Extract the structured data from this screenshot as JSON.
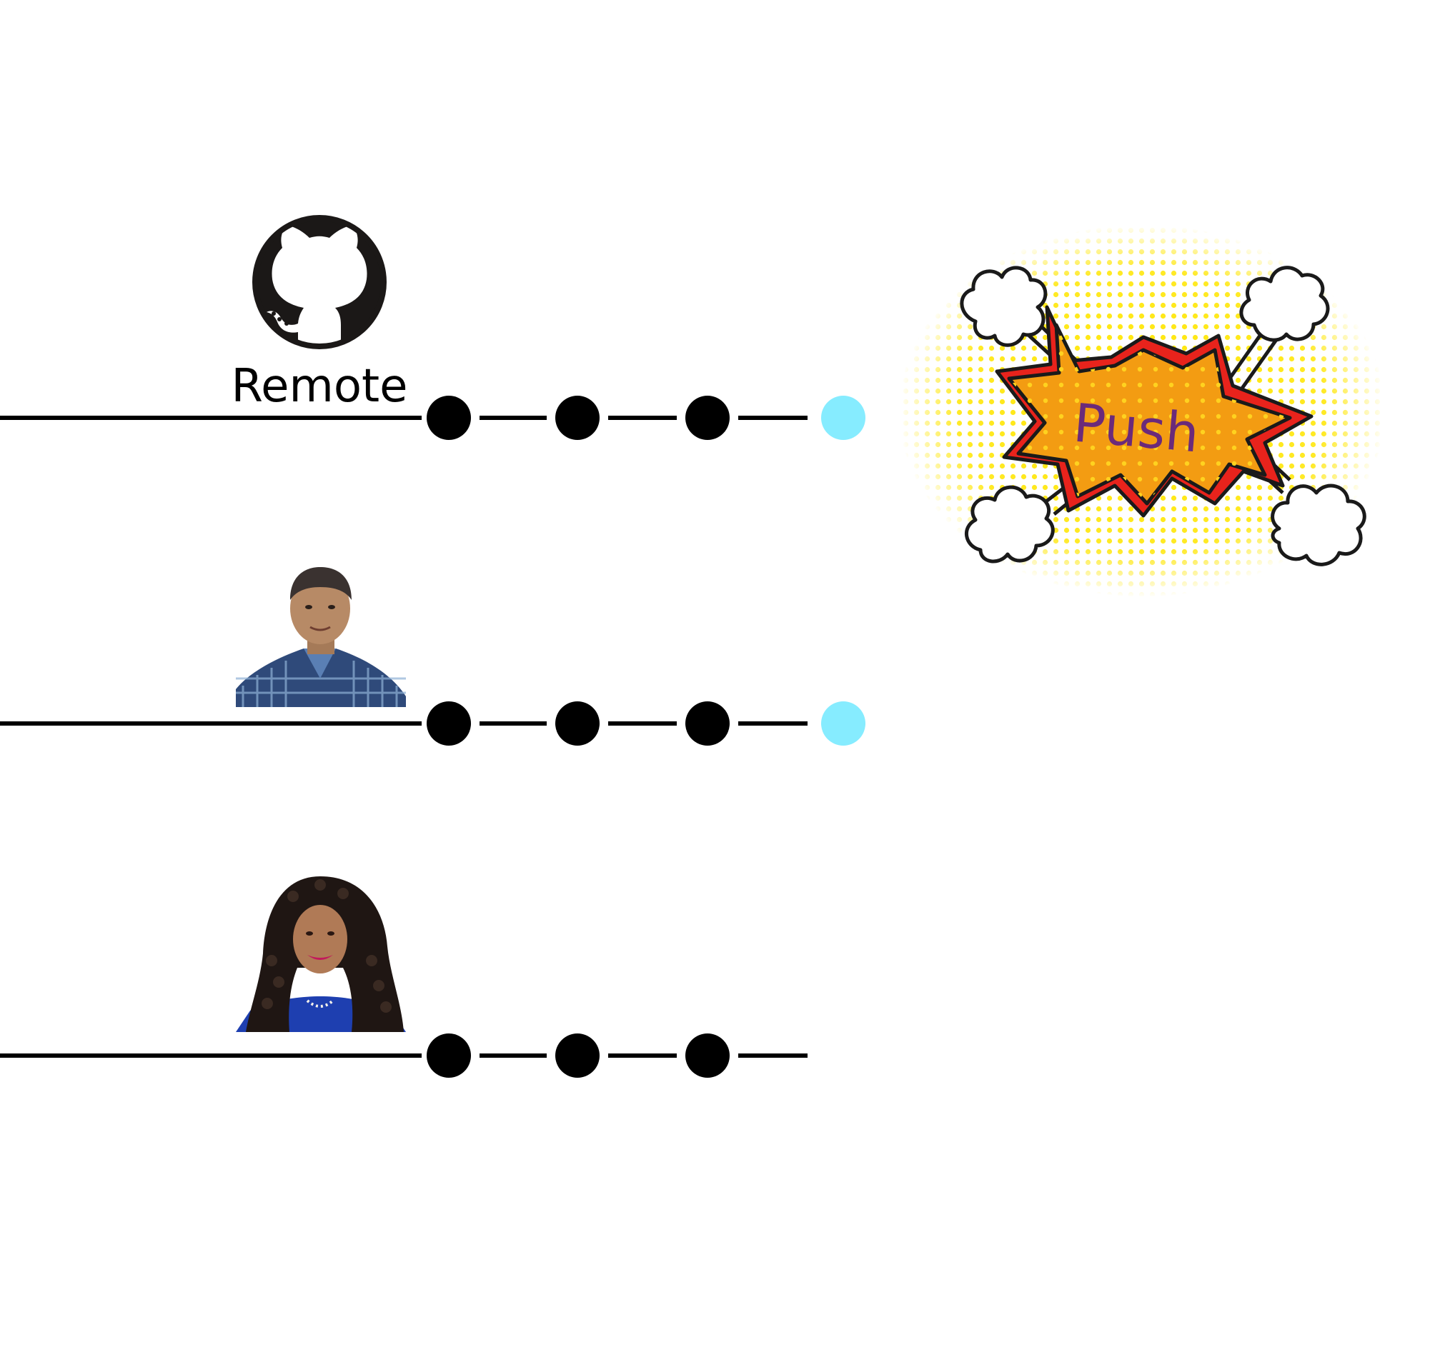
{
  "remote": {
    "label": "Remote",
    "icon": "github-octocat-icon"
  },
  "burst": {
    "label": "Push",
    "label_color": "#6b2a7a",
    "fill_color": "#f39c12",
    "outline_color": "#e8231c",
    "halftone_color": "#ffe600"
  },
  "colors": {
    "line": "#000000",
    "commit": "#000000",
    "new_commit": "#86ecff"
  },
  "rows": [
    {
      "id": "remote",
      "commits": 3,
      "new_commit": true,
      "avatar": "github-icon"
    },
    {
      "id": "user-1",
      "commits": 3,
      "new_commit": true,
      "avatar": "man-photo"
    },
    {
      "id": "user-2",
      "commits": 3,
      "new_commit": false,
      "avatar": "woman-photo"
    }
  ]
}
